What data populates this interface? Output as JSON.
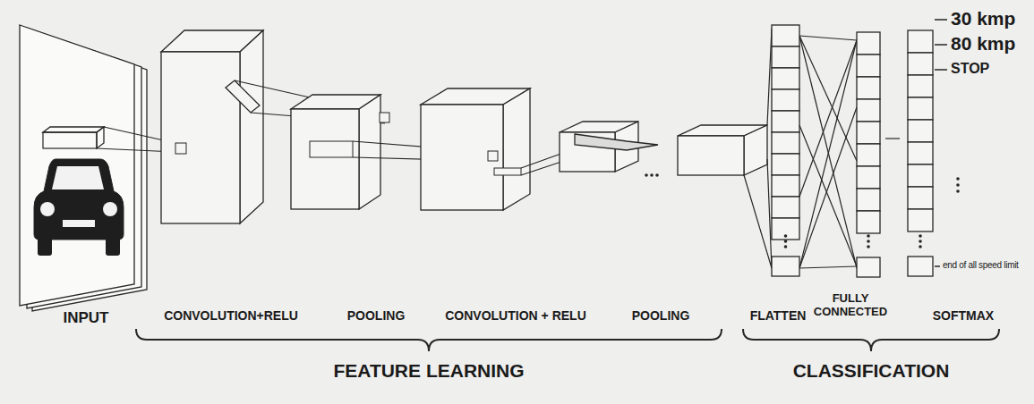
{
  "diagram": {
    "labels": [
      "30 kmp",
      "80 kmp",
      "STOP",
      "INPUT",
      "CONVOLUTION+RELU",
      "POOLING",
      "CONVOLUTION + RELU",
      "POOLING",
      "FLATTEN",
      "FULLY CONNECTED",
      "SOFTMAX",
      "end of all speed limit",
      "FEATURE LEARNING",
      "CLASSIFICATION"
    ]
  }
}
